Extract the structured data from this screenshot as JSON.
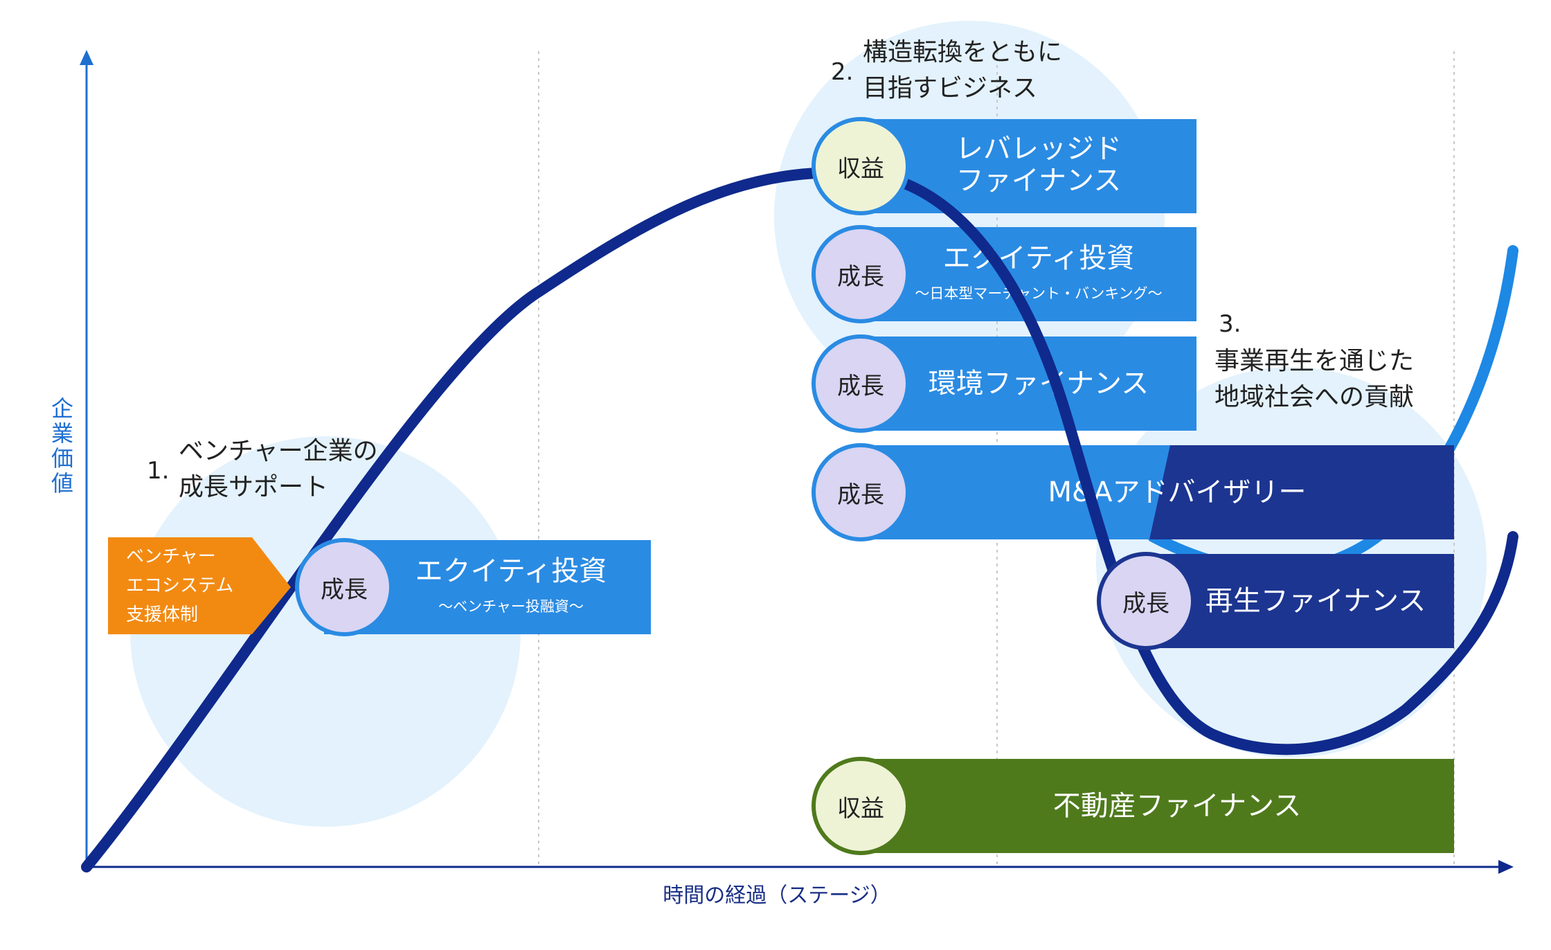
{
  "axes": {
    "y_label": "企業価値",
    "x_label": "時間の経過（ステージ）"
  },
  "stages": [
    {
      "number": "1.",
      "title_lines": [
        "ベンチャー企業の",
        "成長サポート"
      ]
    },
    {
      "number": "2.",
      "title_lines": [
        "構造転換をともに",
        "目指すビジネス"
      ]
    },
    {
      "number": "3.",
      "title_lines": [
        "事業再生を通じた",
        "地域社会への貢献"
      ]
    }
  ],
  "venture_tag": {
    "lines": [
      "ベンチャー",
      "エコシステム",
      "支援体制"
    ],
    "color": "#f28a12"
  },
  "services": [
    {
      "badge": "成長",
      "title_lines": [
        "エクイティ投資"
      ],
      "subtitle": "～ベンチャー投融資～"
    },
    {
      "badge": "収益",
      "title_lines": [
        "レバレッジド",
        "ファイナンス"
      ],
      "subtitle": ""
    },
    {
      "badge": "成長",
      "title_lines": [
        "エクイティ投資"
      ],
      "subtitle": "～日本型マーチャント・バンキング～"
    },
    {
      "badge": "成長",
      "title_lines": [
        "環境ファイナンス"
      ],
      "subtitle": ""
    },
    {
      "badge": "成長",
      "title_lines": [
        "M&Aアドバイザリー"
      ],
      "subtitle": ""
    },
    {
      "badge": "成長",
      "title_lines": [
        "再生ファイナンス"
      ],
      "subtitle": ""
    },
    {
      "badge": "収益",
      "title_lines": [
        "不動産ファイナンス"
      ],
      "subtitle": ""
    }
  ],
  "colors": {
    "primary_blue": "#2a8be3",
    "navy": "#1c3591",
    "curve_navy": "#0f2a8c",
    "curve_light": "#1e88e5",
    "green": "#4f7a1c",
    "halo": "#e3f2fc",
    "badge_growth": "#d9d5f3",
    "badge_profit": "#eef3d6",
    "orange": "#f28a12"
  }
}
